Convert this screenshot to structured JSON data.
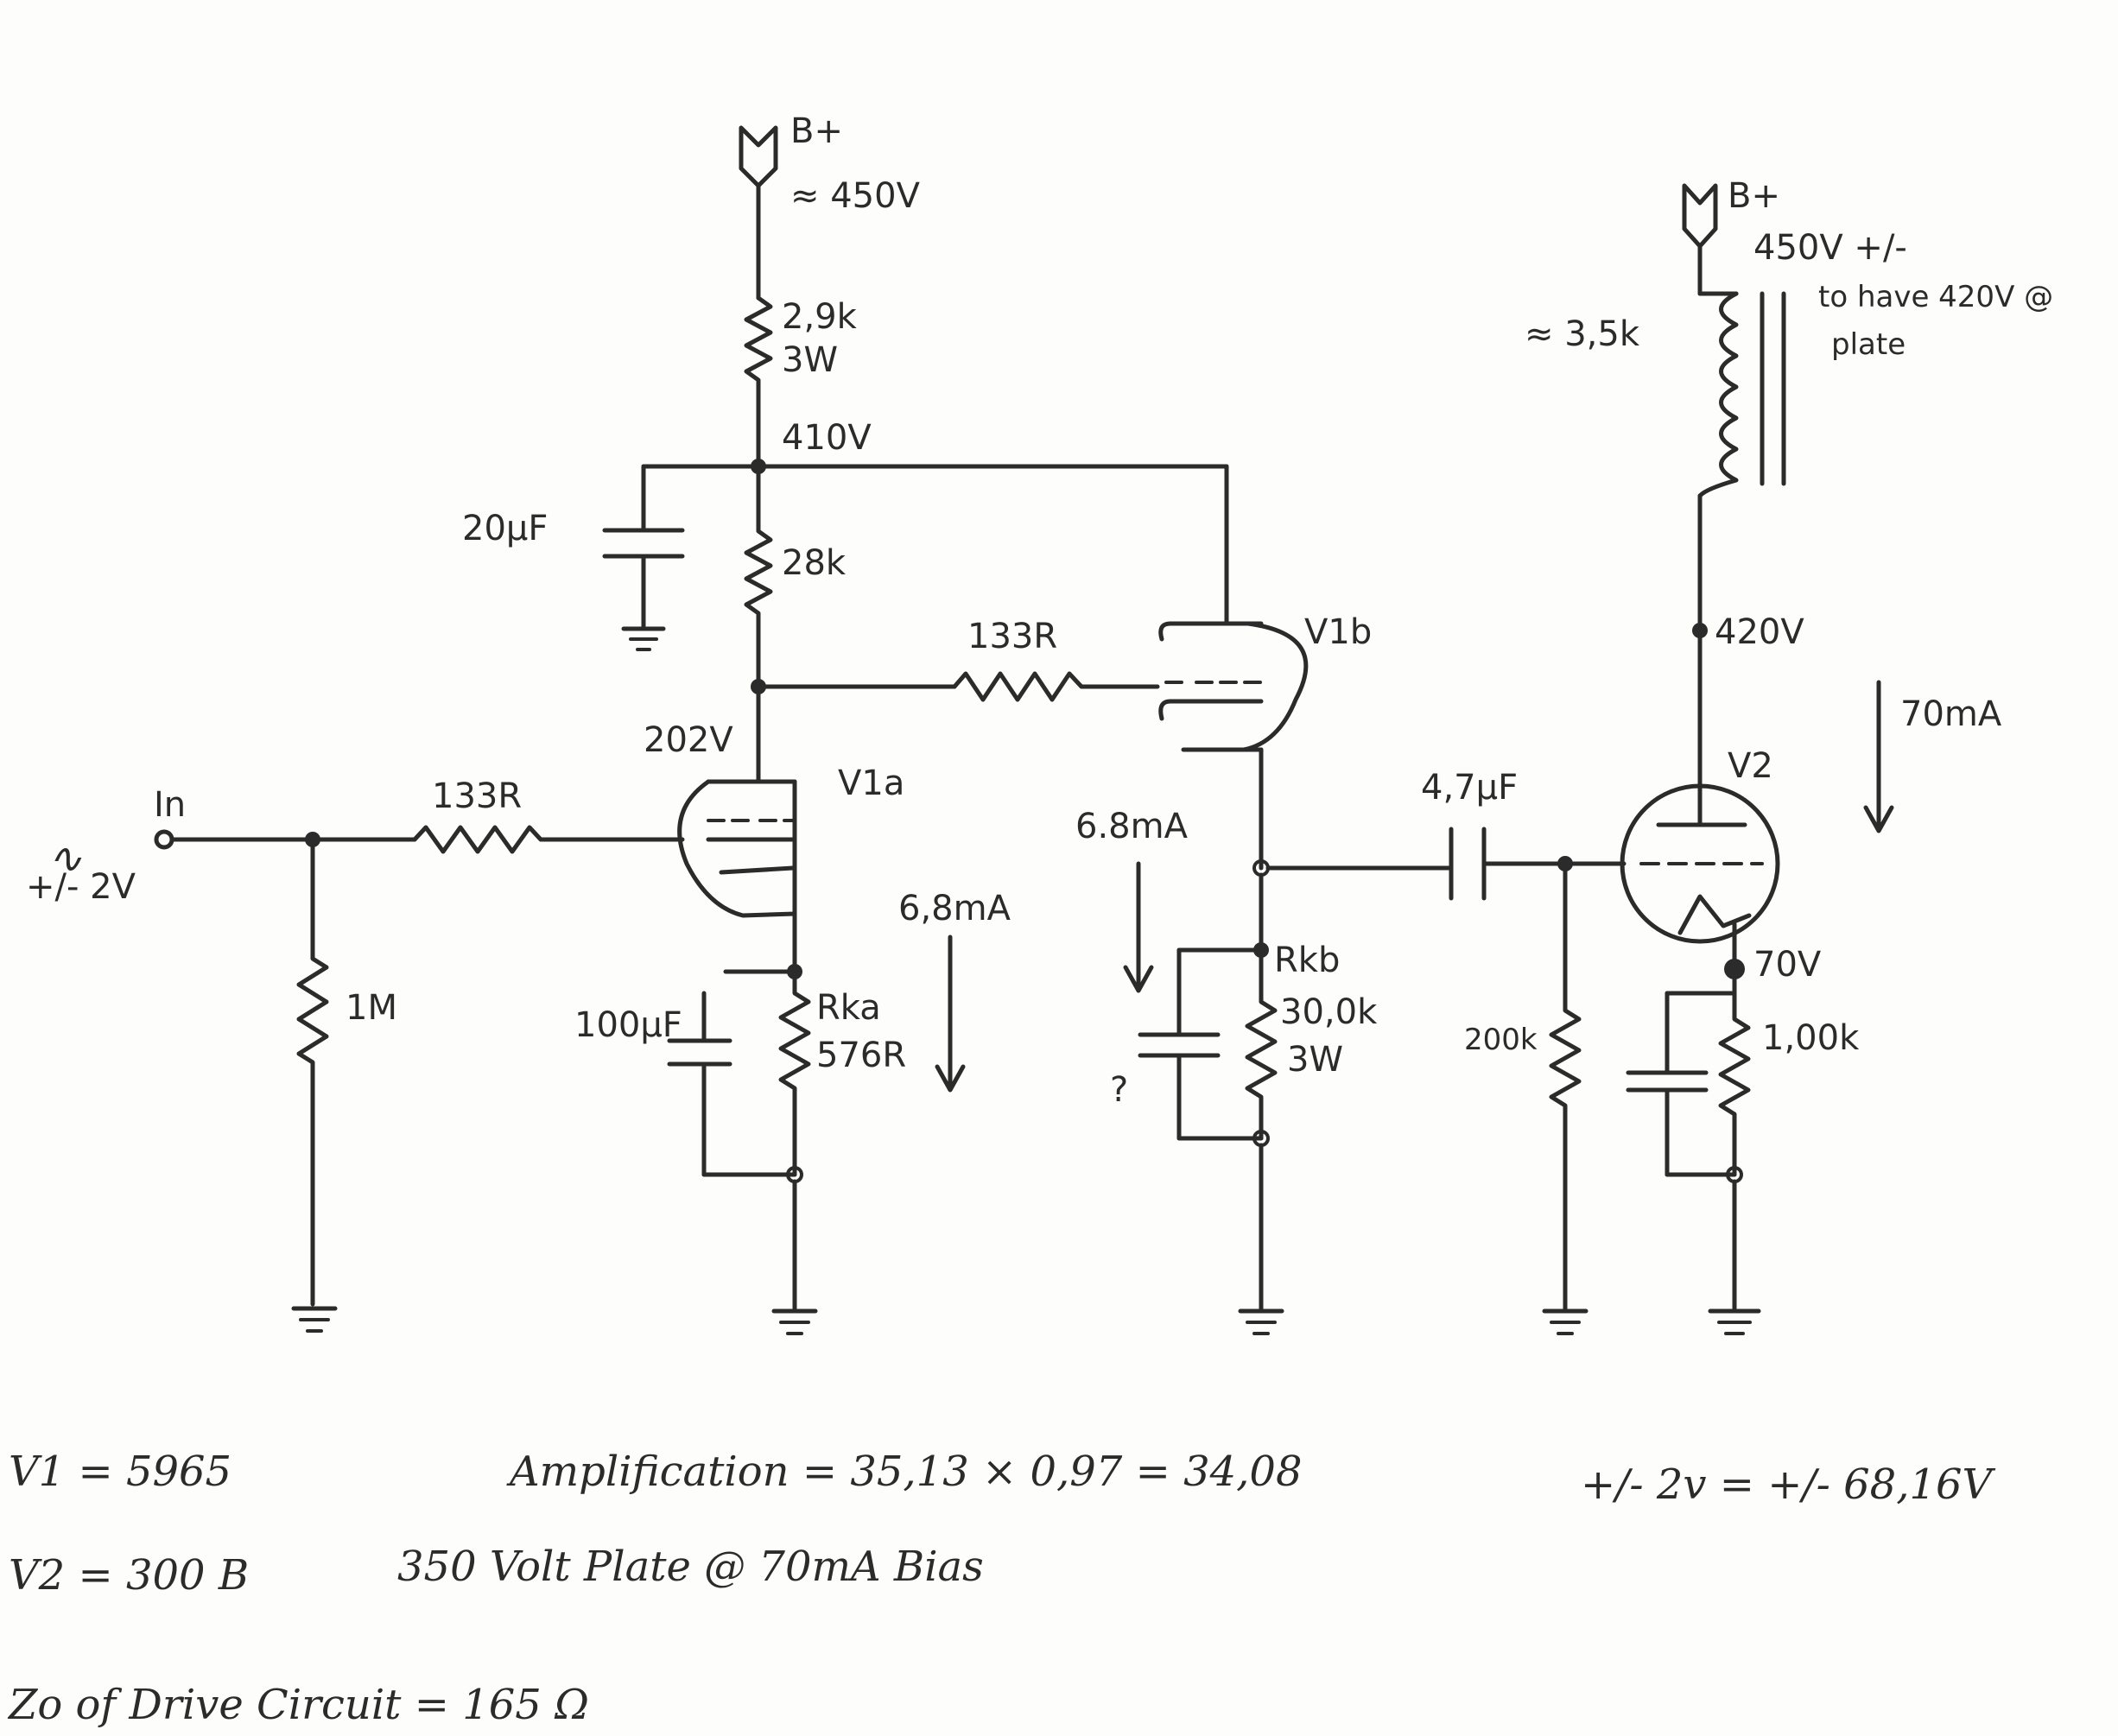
{
  "labels": {
    "bplus_left": "B+",
    "bplus_left_v": "≈ 450V",
    "r_top": "2,9k",
    "r_top_w": "3W",
    "node_410": "410V",
    "cap_20": "20µF",
    "r_28k": "28k",
    "r_133_mid": "133R",
    "v1b": "V1b",
    "node_202": "202V",
    "in": "In",
    "in_v": "+/- 2V",
    "r_133_in": "133R",
    "v1a": "V1a",
    "r_1m": "1M",
    "i_68_a": "6,8mA",
    "cap_100": "100µF",
    "rka": "Rka",
    "rka_v": "576R",
    "i_68_b": "6.8mA",
    "rkb": "Rkb",
    "rkb_v": "30,0k",
    "rkb_w": "3W",
    "q": "?",
    "cap_47": "4,7µF",
    "r_200k": "200k",
    "bplus_right": "B+",
    "bplus_right_v": "450V +/-",
    "note_plate_1": "to have 420V @",
    "note_plate_2": "plate",
    "xfmr": "≈ 3,5k",
    "node_420": "420V",
    "i_70": "70mA",
    "v2": "V2",
    "node_70": "70V",
    "r_1k": "1,00k"
  },
  "notes": {
    "v1": "V1  =  5965",
    "v2": "V2  =  300 B",
    "amp": "Amplification  =  35,13  × 0,97  =  34,08",
    "swing": "+/- 2v = +/- 68,16V",
    "bias": "350 Volt Plate @ 70mA Bias",
    "zo": "Zo of Drive Circuit = 165 Ω"
  }
}
